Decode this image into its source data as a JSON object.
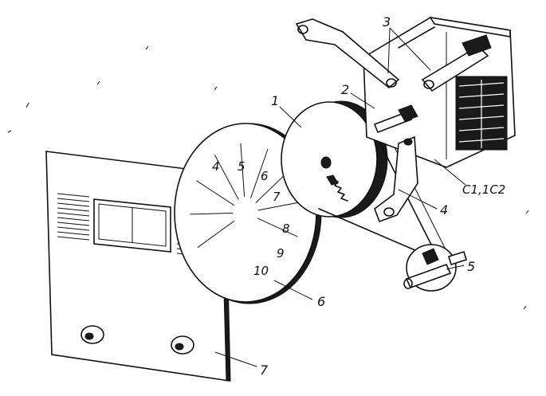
{
  "callouts": {
    "c1": "1",
    "c2": "2",
    "c3": "3",
    "c4": "4",
    "c5": "5",
    "c6": "6",
    "c7": "7",
    "c8": "С1,1С2"
  },
  "scale_marks": [
    "4",
    "5",
    "6",
    "7",
    "8",
    "9",
    "10"
  ],
  "colors": {
    "ink": "#111111",
    "paper": "#ffffff"
  }
}
